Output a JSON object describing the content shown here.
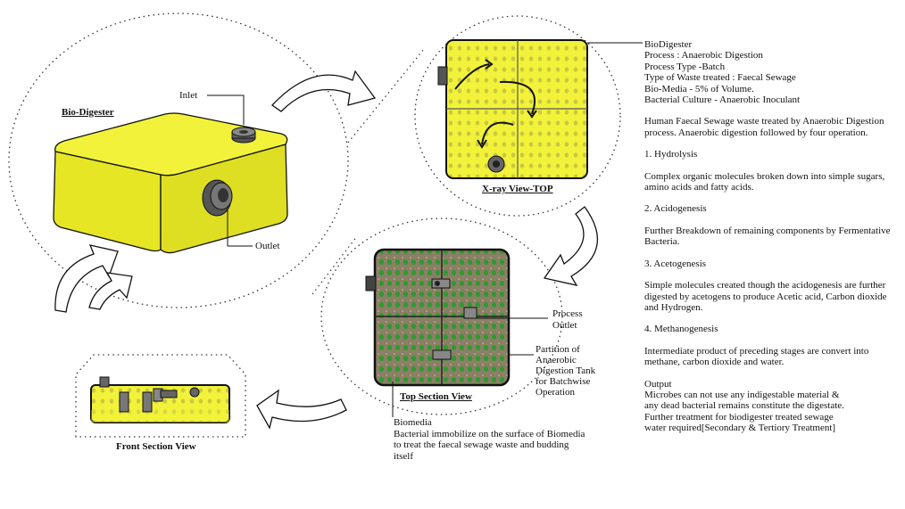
{
  "labels": {
    "bio_digester_title": "Bio-Digester",
    "inlet": "Inlet",
    "outlet": "Outlet",
    "xray_title": "X-ray View-TOP",
    "top_section_title": "Top Section View",
    "front_section_title": "Front Section View",
    "process_outlet": [
      "Process",
      "Outlet"
    ],
    "partition": [
      "Partition of",
      "Anaerobic",
      "Digestion Tank",
      "for Batchwise",
      "Operation"
    ],
    "biomedia_title": "Biomedia",
    "biomedia_desc": [
      "Bacterial immobilize on the surface of Biomedia",
      "to treat the faecal sewage waste and budding",
      "itself"
    ]
  },
  "info": {
    "header": [
      "BioDigester",
      "Process : Anaerobic  Digestion",
      "Process Type -Batch",
      "Type of Waste treated : Faecal Sewage",
      "Bio-Media - 5% of Volume.",
      "Bacterial Culture - Anaerobic Inoculant"
    ],
    "intro": "Human Faecal Sewage waste  treated by  Anaerobic Digestion process. Anaerobic digestion  followed by four operation.",
    "steps": [
      {
        "title": "1. Hydrolysis",
        "desc": "Complex organic molecules broken down into simple sugars, amino acids and fatty acids."
      },
      {
        "title": "2. Acidogenesis",
        "desc": "Further Breakdown of remaining components by Fermentative Bacteria."
      },
      {
        "title": "3. Acetogenesis",
        "desc": "Simple molecules created though the acidogenesis are further digested by acetogens to produce Acetic acid, Carbon dioxide and Hydrogen."
      },
      {
        "title": "4.  Methanogenesis",
        "desc": "Intermediate product of preceding  stages are convert into  methane, carbon dioxide and water."
      }
    ],
    "output_title": "Output",
    "output_lines": [
      "Microbes can not use any indigestable  material &",
      "any dead bacterial remains constitute the  digestate.",
      "Further treatment for  biodigester treated  sewage",
      "water required[Secondary & Tertiory Treatment]"
    ]
  },
  "colors": {
    "tank_yellow": "#f2f23a",
    "tank_side": "#d8d820",
    "biomedia_green": "#2e9a2e",
    "outline": "#111111",
    "port_grey": "#6a6a6a"
  }
}
